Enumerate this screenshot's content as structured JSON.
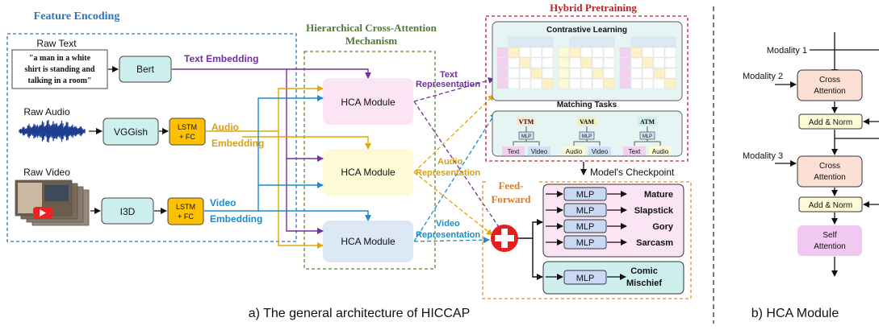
{
  "colors": {
    "text_embedding": "#7030a0",
    "audio_embedding": "#d4a017",
    "video_embedding": "#1a8ccf",
    "feature_title": "#2e75b6",
    "hca_title": "#4e7a38",
    "hybrid_title": "#c0202a",
    "ff_title": "#e07a1e",
    "teal_box": "#cdf0ee",
    "orange_box": "#ffc000"
  },
  "feature_encoding": {
    "title": "Feature Encoding",
    "raw_text_label": "Raw Text",
    "raw_text_quote": [
      "\"a man in a white",
      "shirt is standing and",
      "talking in a room\""
    ],
    "bert": "Bert",
    "raw_audio_label": "Raw Audio",
    "vggish": "VGGish",
    "raw_video_label": "Raw Video",
    "i3d": "I3D",
    "lstm_line1": "LSTM",
    "lstm_line2": "+ FC"
  },
  "embeddings": {
    "text": "Text Embedding",
    "audio_line1": "Audio",
    "audio_line2": "Embedding",
    "video_line1": "Video",
    "video_line2": "Embedding"
  },
  "hca": {
    "title_line1": "Hierarchical Cross-Attention",
    "title_line2": "Mechanism",
    "module_label": "HCA Module"
  },
  "representations": {
    "text_line1": "Text",
    "text_line2": "Representation",
    "audio_line1": "Audio",
    "audio_line2": "Representation",
    "video_line1": "Video",
    "video_line2": "Representation"
  },
  "hybrid": {
    "title": "Hybrid Pretraining",
    "contrastive_title": "Contrastive Learning",
    "matching_title": "Matching Tasks",
    "tasks": [
      {
        "name": "VTM",
        "mlp": "MLP",
        "left": "Text",
        "right": "Video"
      },
      {
        "name": "VAM",
        "mlp": "MLP",
        "left": "Audio",
        "right": "Video"
      },
      {
        "name": "ATM",
        "mlp": "MLP",
        "left": "Text",
        "right": "Audio"
      }
    ],
    "checkpoint": "Model's Checkpoint"
  },
  "feed_forward": {
    "title_line1": "Feed-",
    "title_line2": "Forward",
    "mlp": "MLP",
    "outputs": [
      "Mature",
      "Slapstick",
      "Gory",
      "Sarcasm"
    ],
    "mischief_line1": "Comic",
    "mischief_line2": "Mischief"
  },
  "hca_detail": {
    "modality1": "Modality 1",
    "modality2": "Modality 2",
    "modality3": "Modality 3",
    "cross_line1": "Cross",
    "cross_line2": "Attention",
    "add_norm": "Add & Norm",
    "self_line1": "Self",
    "self_line2": "Attention"
  },
  "captions": {
    "left": "a) The general architecture of HICCAP",
    "right": "b) HCA Module"
  }
}
